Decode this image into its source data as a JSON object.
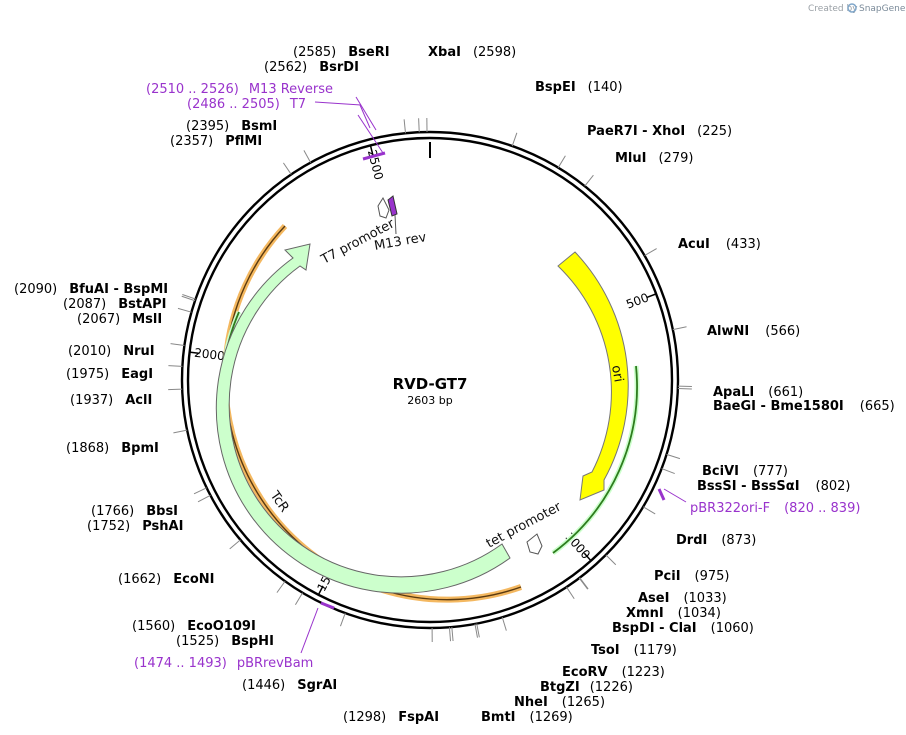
{
  "branding": {
    "created_by": "Created by",
    "app": "SnapGene"
  },
  "map": {
    "name": "RVD-GT7",
    "size": "2603 bp",
    "length": 2603
  },
  "colors": {
    "backbone": "#000000",
    "primer": "#9933cc",
    "ori": "#ffff00",
    "tcr": "#ccffcc",
    "promoter": "#ffffff",
    "orange_track": "#f4b860",
    "green_track": "#2e7d1e",
    "m13": "#9933cc"
  },
  "ticks": [
    {
      "label": "500",
      "pos": 500
    },
    {
      "label": "1000",
      "pos": 1000
    },
    {
      "label": "1500",
      "pos": 1500
    },
    {
      "label": "2000",
      "pos": 2000
    },
    {
      "label": "2500",
      "pos": 2500
    }
  ],
  "sites": [
    {
      "id": "xbai",
      "enzymes": "XbaI",
      "pos": "(2598)",
      "at": 2598
    },
    {
      "id": "bsei",
      "enzymes": "BspEI",
      "pos": "(140)",
      "at": 140
    },
    {
      "id": "paer7i",
      "enzymes": "PaeR7I  - XhoI",
      "pos": "(225)",
      "at": 225
    },
    {
      "id": "mlui",
      "enzymes": "MluI",
      "pos": "(279)",
      "at": 279
    },
    {
      "id": "acui",
      "enzymes": "AcuI",
      "pos": "(433)",
      "at": 433
    },
    {
      "id": "alwni",
      "enzymes": "AlwNI",
      "pos": "(566)",
      "at": 566
    },
    {
      "id": "apali",
      "enzymes": "ApaLI",
      "pos": "(661)",
      "at": 661
    },
    {
      "id": "baegi",
      "enzymes": "BaeGI  - Bme1580I",
      "pos": "(665)",
      "at": 665
    },
    {
      "id": "bcivi",
      "enzymes": "BciVI",
      "pos": "(777)",
      "at": 777
    },
    {
      "id": "bsssi",
      "enzymes": "BssSI  - BssSαI",
      "pos": "(802)",
      "at": 802
    },
    {
      "id": "drdi",
      "enzymes": "DrdI",
      "pos": "(873)",
      "at": 873
    },
    {
      "id": "pcii",
      "enzymes": "PciI",
      "pos": "(975)",
      "at": 975
    },
    {
      "id": "asei",
      "enzymes": "AseI",
      "pos": "(1033)",
      "at": 1033
    },
    {
      "id": "xmni",
      "enzymes": "XmnI",
      "pos": "(1034)",
      "at": 1034
    },
    {
      "id": "bspdi",
      "enzymes": "BspDI  - ClaI",
      "pos": "(1060)",
      "at": 1060
    },
    {
      "id": "tsoi",
      "enzymes": "TsoI",
      "pos": "(1179)",
      "at": 1179
    },
    {
      "id": "ecorv",
      "enzymes": "EcoRV",
      "pos": "(1223)",
      "at": 1223
    },
    {
      "id": "btgzi",
      "enzymes": "BtgZI",
      "pos": "(1226)",
      "at": 1226
    },
    {
      "id": "nhei",
      "enzymes": "NheI",
      "pos": "(1265)",
      "at": 1265
    },
    {
      "id": "bmti",
      "enzymes": "BmtI",
      "pos": "(1269)",
      "at": 1269
    },
    {
      "id": "fspai",
      "enzymes": "FspAI",
      "pos": "(1298)",
      "at": 1298
    },
    {
      "id": "sgrai",
      "enzymes": "SgrAI",
      "pos": "(1446)",
      "at": 1446
    },
    {
      "id": "bsphi",
      "enzymes": "BspHI",
      "pos": "(1525)",
      "at": 1525
    },
    {
      "id": "ecoo109i",
      "enzymes": "EcoO109I",
      "pos": "(1560)",
      "at": 1560
    },
    {
      "id": "econi",
      "enzymes": "EcoNI",
      "pos": "(1662)",
      "at": 1662
    },
    {
      "id": "pshai",
      "enzymes": "PshAI",
      "pos": "(1752)",
      "at": 1752
    },
    {
      "id": "bbsi",
      "enzymes": "BbsI",
      "pos": "(1766)",
      "at": 1766
    },
    {
      "id": "bpmi",
      "enzymes": "BpmI",
      "pos": "(1868)",
      "at": 1868
    },
    {
      "id": "acli",
      "enzymes": "AclI",
      "pos": "(1937)",
      "at": 1937
    },
    {
      "id": "eagi",
      "enzymes": "EagI",
      "pos": "(1975)",
      "at": 1975
    },
    {
      "id": "nrui",
      "enzymes": "NruI",
      "pos": "(2010)",
      "at": 2010
    },
    {
      "id": "msli",
      "enzymes": "MslI",
      "pos": "(2067)",
      "at": 2067
    },
    {
      "id": "bstapi",
      "enzymes": "BstAPI",
      "pos": "(2087)",
      "at": 2087
    },
    {
      "id": "bfuai",
      "enzymes": "BfuAI  - BspMI",
      "pos": "(2090)",
      "at": 2090
    },
    {
      "id": "pflmi",
      "enzymes": "PflMI",
      "pos": "(2357)",
      "at": 2357
    },
    {
      "id": "bsmi",
      "enzymes": "BsmI",
      "pos": "(2395)",
      "at": 2395
    },
    {
      "id": "bsrdi",
      "enzymes": "BsrDI",
      "pos": "(2562)",
      "at": 2562
    },
    {
      "id": "bseri",
      "enzymes": "BseRI",
      "pos": "(2585)",
      "at": 2585
    }
  ],
  "primers": [
    {
      "id": "m13rev",
      "range": "(2510 .. 2526)",
      "name": "M13 Reverse"
    },
    {
      "id": "t7",
      "range": "(2486 .. 2505)",
      "name": "T7"
    },
    {
      "id": "pbr322",
      "name": "pBR322ori-F",
      "range": "(820 .. 839)"
    },
    {
      "id": "pbrrevbam",
      "range": "(1474 .. 1493)",
      "name": "pBRrevBam"
    }
  ],
  "features": {
    "ori": "ori",
    "tcr": "TcR",
    "tet_promoter": "tet promoter",
    "t7_promoter": "T7 promoter",
    "m13_rev": "M13 rev"
  }
}
